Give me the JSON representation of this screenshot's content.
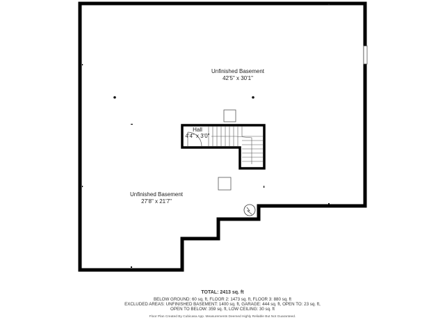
{
  "rooms": [
    {
      "label": "Unfinished Basement",
      "dimension": "42'5\" x 30'1\""
    },
    {
      "label": "Unfinished Basement",
      "dimension": "27'8\" x 21'7\""
    },
    {
      "label": "Hall",
      "dimension": "4'4\" x 3'0\""
    }
  ],
  "footer": {
    "total_label": "TOTAL: 2413 sq. ft",
    "below_ground": "BELOW GROUND: 60 sq. ft, FLOOR 2: 1473 sq. ft, FLOOR 3: 880 sq. ft",
    "excluded": "EXCLUDED AREAS: UNFINISHED BASEMENT: 1400 sq. ft, GARAGE: 444 sq. ft, OPEN TO: 23 sq. ft,",
    "open_below": "OPEN TO BELOW: 359 sq. ft, LOW CEILING: 30 sq. ft",
    "credit": "Floor Plan Created By Cubicasa App. Measurements Deemed Highly Reliable But Not Guaranteed."
  },
  "colors": {
    "wall": "#000000",
    "text": "#222222",
    "background": "#ffffff"
  }
}
